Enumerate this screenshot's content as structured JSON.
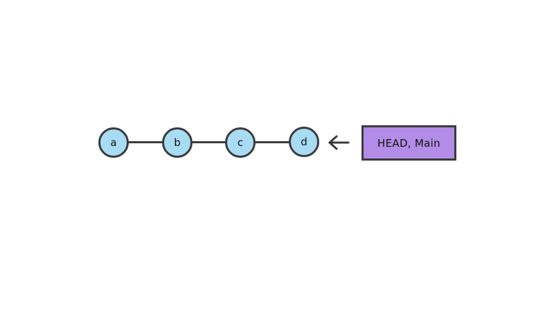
{
  "diagram": {
    "type": "git-commit-graph",
    "commits": [
      {
        "id": "a"
      },
      {
        "id": "b"
      },
      {
        "id": "c"
      },
      {
        "id": "d"
      }
    ],
    "pointer": {
      "label": "HEAD, Main",
      "points_to": "d"
    },
    "colors": {
      "commit_fill": "#a8dcf5",
      "outline": "#3a3a3a",
      "pointer_fill": "#b28ce6",
      "background": "#ffffff"
    }
  }
}
